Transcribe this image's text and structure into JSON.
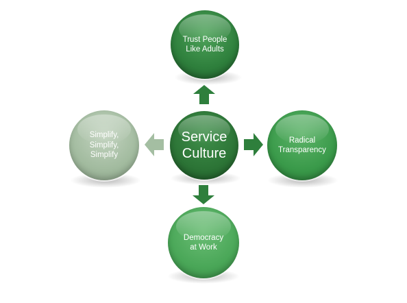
{
  "diagram": {
    "center": {
      "label": "Service\nCulture"
    },
    "top": {
      "label": "Trust People\nLike Adults"
    },
    "right": {
      "label": "Radical\nTransparency"
    },
    "bottom": {
      "label": "Democracy\nat Work"
    },
    "left": {
      "label": "Simplify,\nSimplify,\nSimplify"
    }
  },
  "colors": {
    "center": "#2f7a3a",
    "top": "#2f8a3e",
    "right": "#3a9a4a",
    "bottom": "#4aa758",
    "left": "#a9c0a6",
    "arrow_dark": "#2e7f3c",
    "arrow_light": "#a4bea2"
  }
}
